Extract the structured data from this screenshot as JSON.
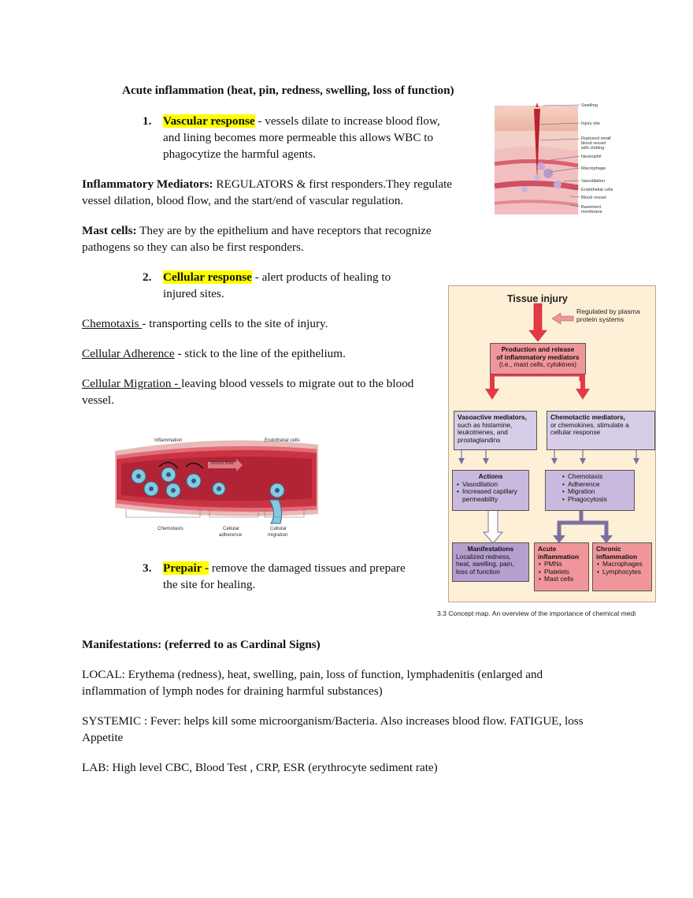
{
  "heading": "Acute inflammation (heat, pin, redness, swelling, loss of function)",
  "item1": {
    "num": "1.",
    "term": "Vascular response",
    "rest_line1": " - vessels dilate to increase blood flow,",
    "line2": "and lining becomes more permeable this allows WBC to",
    "line3": "phagocytize the harmful agents."
  },
  "mediators": {
    "label": "Inflammatory Mediators:",
    "rest_line1": " REGULATORS & first responders.They regulate",
    "line2": "vessel dilation, blood flow, and the start/end of vascular regulation."
  },
  "mast": {
    "label": "Mast cells:",
    "rest_line1": " They are by the epithelium and have receptors that recognize",
    "line2": "pathogens so they can also be first responders."
  },
  "item2": {
    "num": "2.",
    "term": "Cellular response",
    "rest_line1": " - alert products of healing to",
    "line2": "injured sites."
  },
  "chemotaxis": {
    "term": "Chemotaxis ",
    "rest": "- transporting cells to the site of injury."
  },
  "adherence": {
    "term": "Cellular Adherence",
    "rest": " - stick to the line of the epithelium."
  },
  "migration": {
    "term": "Cellular Migration - ",
    "rest": "leaving blood vessels to migrate out to the blood",
    "line2": "vessel."
  },
  "item3": {
    "num": "3.",
    "term": "Prepair -",
    "rest_line1": " remove the damaged tissues and prepare",
    "line2": "the site for healing."
  },
  "manifestations_heading": "Manifestations: (referred to as Cardinal Signs)",
  "local": {
    "line1": "LOCAL: Erythema (redness), heat, swelling, pain, loss of function, lymphadenitis (enlarged and",
    "line2": "inflammation of lymph nodes for draining harmful substances)"
  },
  "systemic": {
    "line1": "SYSTEMIC : Fever: helps kill some microorganism/Bacteria. Also increases blood flow. FATIGUE, loss",
    "line2": "Appetite"
  },
  "lab": "LAB: High level CBC, Blood Test , CRP, ESR (erythrocyte sediment rate)",
  "skin_figure": {
    "labels": [
      "Swelling",
      "Injury site",
      "Ruptured small",
      "blood vessel",
      "with clotting",
      "Neutrophil",
      "Macrophage",
      "Vasodilation",
      "Endothelial cells",
      "Blood vessel",
      "Basement",
      "membrane"
    ]
  },
  "vessel_figure": {
    "inflammation": "Inflammation",
    "endothelial": "Endothelial cells",
    "blood_flow": "Blood flow",
    "chemotaxis": "Chemotaxis",
    "adherence_1": "Cellular",
    "adherence_2": "adherence",
    "migration_1": "Cellular",
    "migration_2": "migration"
  },
  "concept_map": {
    "title": "Tissue injury",
    "regulated_1": "Regulated by plasma",
    "regulated_2": "protein systems",
    "production_1": "Production and release",
    "production_2": "of inflammatory mediators",
    "production_3": "(i.e., mast cells, cytokines)",
    "vasoactive_title": "Vasoactive mediators,",
    "vasoactive_body": "such as histamine, leukotrienes, and prostaglandins",
    "chemotactic_title": "Chemotactic mediators,",
    "chemotactic_body": "or chemokines, stimulate a cellular response",
    "actions_title": "Actions",
    "actions_items": [
      "Vasodilation",
      "Increased capillary permeability"
    ],
    "cell_items": [
      "Chemotaxis",
      "Adherence",
      "Migration",
      "Phagocytosis"
    ],
    "manifest_title": "Manifestations",
    "manifest_body": "Localized redness, heat, swelling, pain, loss of function",
    "acute_title": "Acute inflammation",
    "acute_items": [
      "PMNs",
      "Platelets",
      "Mast cells"
    ],
    "chronic_title": "Chronic inflammation",
    "chronic_items": [
      "Macrophages",
      "Lymphocytes"
    ]
  },
  "caption": "3.3  Concept map. An overview of the importance of chemical medi",
  "colors": {
    "highlight": "#ffff00",
    "map_bg": "#fdf0d6",
    "map_red": "#f0969b",
    "map_lavender": "#c9b9de",
    "arrow_red": "#e63946"
  }
}
